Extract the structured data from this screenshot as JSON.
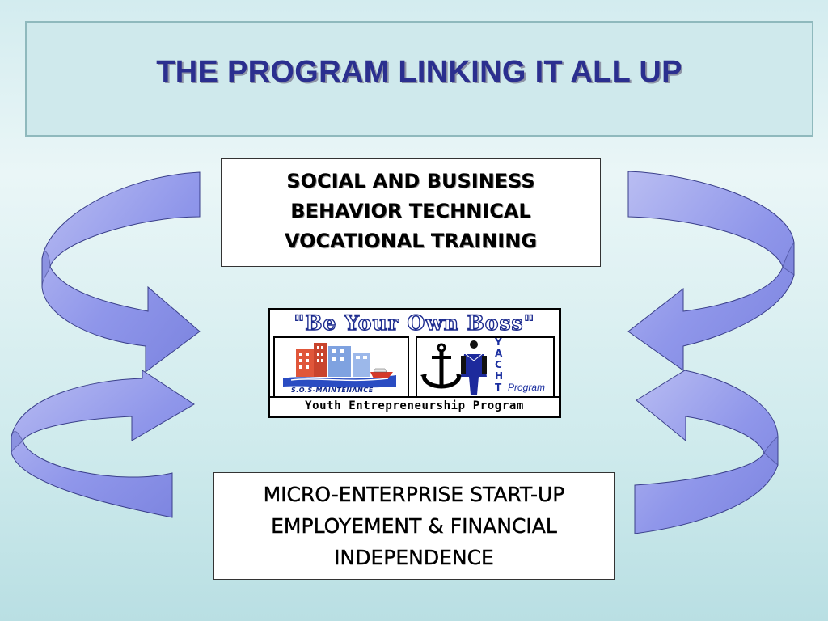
{
  "title": "THE PROGRAM LINKING IT ALL UP",
  "top_box": {
    "lines": [
      "SOCIAL AND BUSINESS",
      "BEHAVIOR TECHNICAL",
      "VOCATIONAL TRAINING"
    ]
  },
  "bottom_box": {
    "lines": [
      "MICRO-ENTERPRISE START-UP",
      "EMPLOYEMENT & FINANCIAL",
      "INDEPENDENCE"
    ]
  },
  "logo": {
    "slogan": "\"Be Your Own Boss\"",
    "left_panel_label": "S.O.S-MAINTENANCE",
    "yacht_letters": [
      "Y",
      "A",
      "C",
      "H",
      "T"
    ],
    "program_label": "Program",
    "footer": "Youth Entrepreneurship Program"
  },
  "colors": {
    "title": "#2b2f8f",
    "arrow_fill": "#9aa0ec",
    "arrow_stroke": "#3a3f8a",
    "background": "#d3ecef"
  },
  "icons": [
    "curved-arrow-left-top",
    "curved-arrow-left-bottom",
    "curved-arrow-right-top",
    "curved-arrow-right-bottom",
    "buildings-icon",
    "anchor-sailor-icon"
  ]
}
